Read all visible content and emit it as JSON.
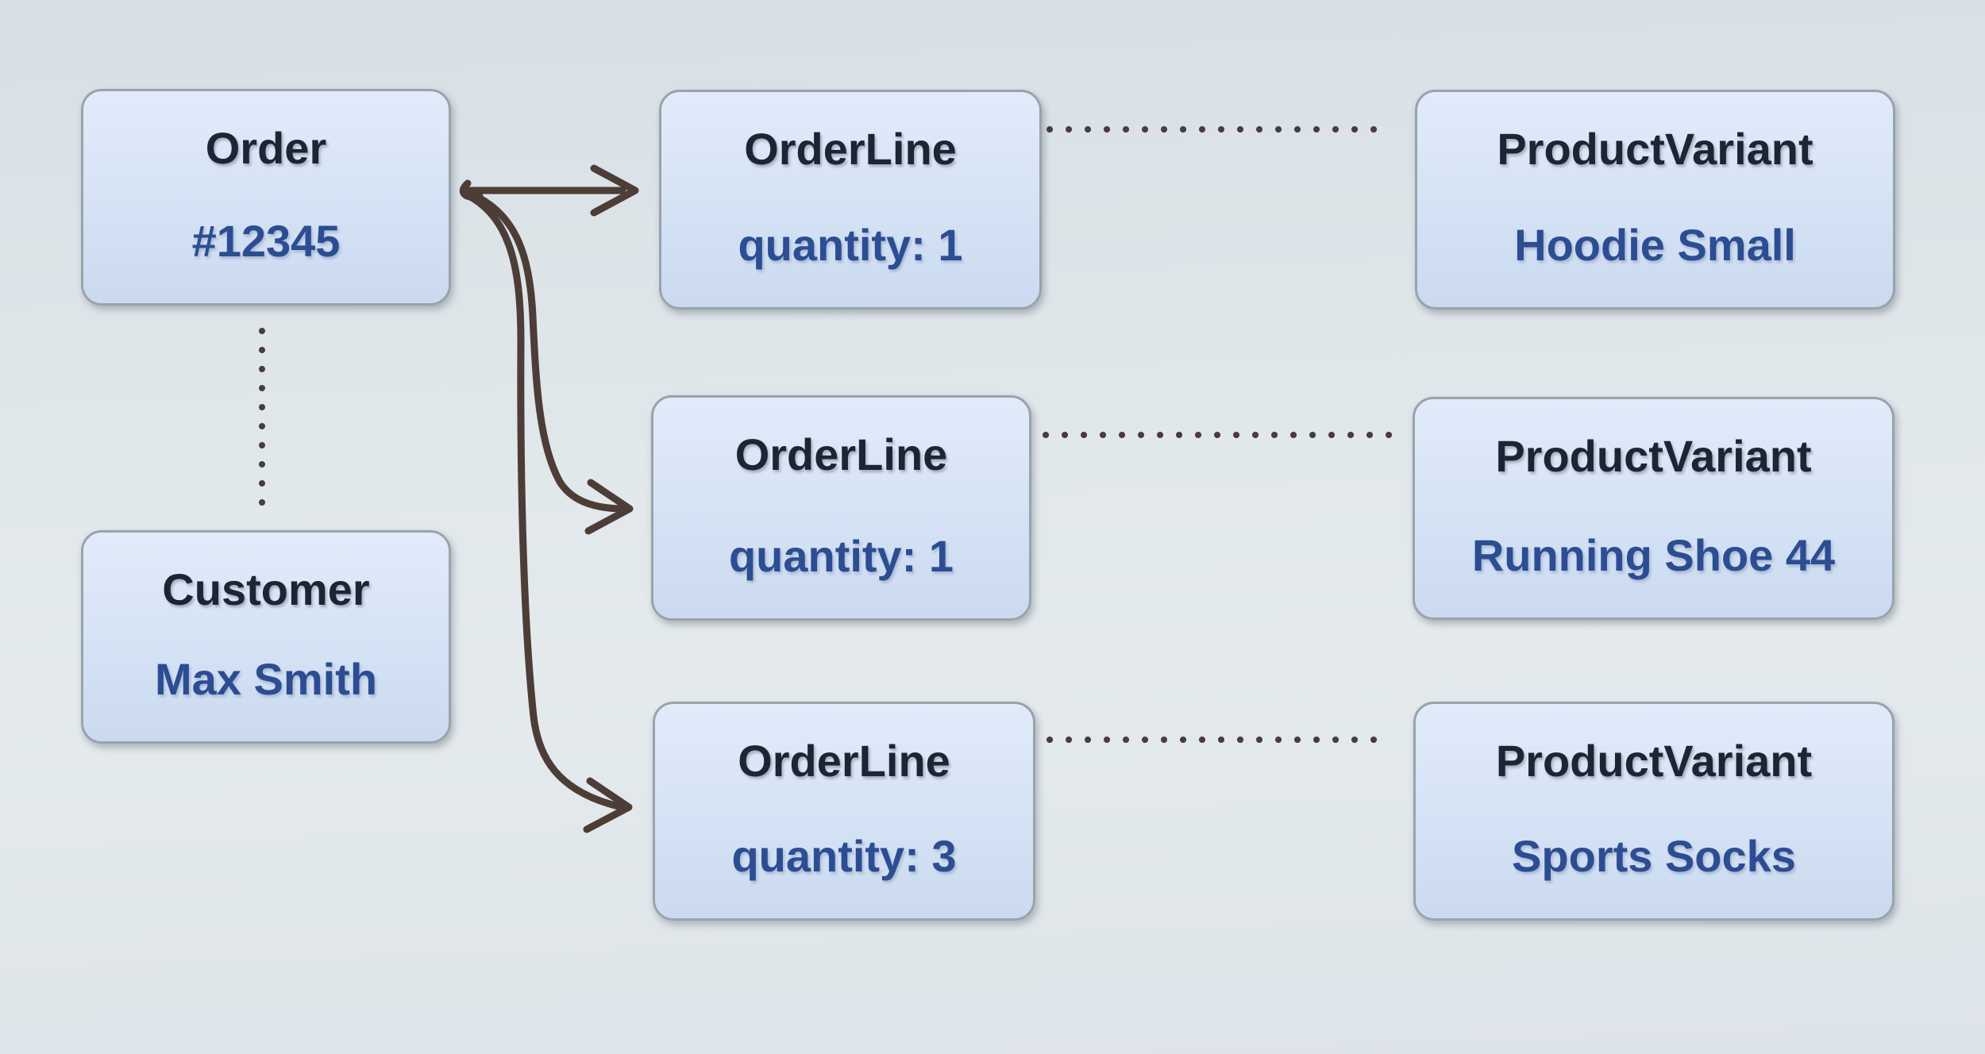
{
  "diagram": {
    "entities": {
      "order": {
        "title": "Order",
        "value": "#12345"
      },
      "customer": {
        "title": "Customer",
        "value": "Max Smith"
      },
      "order_lines": [
        {
          "title": "OrderLine",
          "value": "quantity: 1"
        },
        {
          "title": "OrderLine",
          "value": "quantity: 1"
        },
        {
          "title": "OrderLine",
          "value": "quantity: 3"
        }
      ],
      "product_variants": [
        {
          "title": "ProductVariant",
          "value": "Hoodie Small"
        },
        {
          "title": "ProductVariant",
          "value": "Running Shoe 44"
        },
        {
          "title": "ProductVariant",
          "value": "Sports Socks"
        }
      ]
    },
    "relations": [
      {
        "from": "order",
        "to": "order_lines.0",
        "style": "solid-arrow"
      },
      {
        "from": "order",
        "to": "order_lines.1",
        "style": "solid-arrow"
      },
      {
        "from": "order",
        "to": "order_lines.2",
        "style": "solid-arrow"
      },
      {
        "from": "order",
        "to": "customer",
        "style": "dotted-line"
      },
      {
        "from": "order_lines.0",
        "to": "product_variants.0",
        "style": "dotted-line"
      },
      {
        "from": "order_lines.1",
        "to": "product_variants.1",
        "style": "dotted-line"
      },
      {
        "from": "order_lines.2",
        "to": "product_variants.2",
        "style": "dotted-line"
      }
    ],
    "colors": {
      "node_title": "#1d2532",
      "node_value": "#2c4d92",
      "node_border": "#99a3ab",
      "node_fill_top": "#e1ebfa",
      "node_fill_bottom": "#cbdaf0",
      "arrow": "#4d3d37",
      "dotted": "#493c3b",
      "background": "#e0e7ea"
    }
  }
}
